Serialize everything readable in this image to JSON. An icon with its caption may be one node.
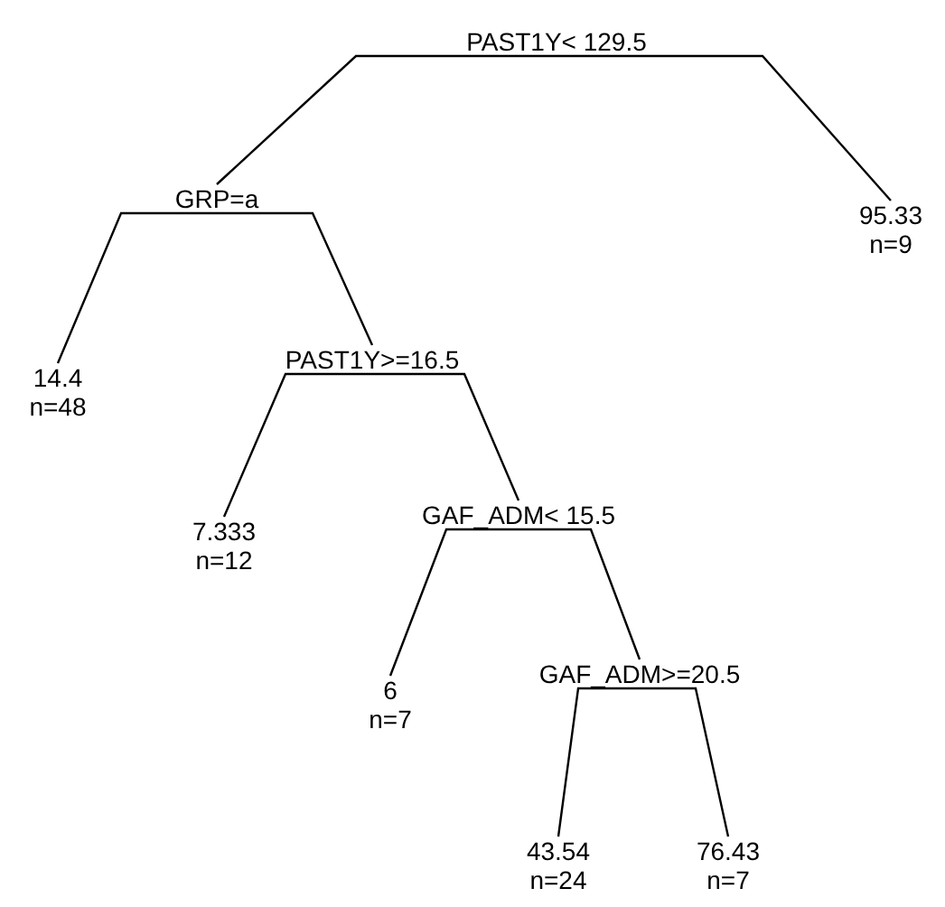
{
  "diagram": {
    "nodes": [
      {
        "text": [
          "PAST1Y< 129.5"
        ]
      },
      {
        "text": [
          "GRP=a"
        ]
      },
      {
        "text": [
          "95.33",
          "n=9"
        ]
      },
      {
        "text": [
          "14.4",
          "n=48"
        ]
      },
      {
        "text": [
          "PAST1Y>=16.5"
        ]
      },
      {
        "text": [
          "7.333",
          "n=12"
        ]
      },
      {
        "text": [
          "GAF_ADM< 15.5"
        ]
      },
      {
        "text": [
          "6",
          "n=7"
        ]
      },
      {
        "text": [
          "GAF_ADM>=20.5"
        ]
      },
      {
        "text": [
          "43.54",
          "n=24"
        ]
      },
      {
        "text": [
          "76.43",
          "n=7"
        ]
      }
    ],
    "edges": [
      {
        "from": 0,
        "to": 1,
        "arrow": "none"
      },
      {
        "from": 0,
        "to": 2,
        "arrow": "none"
      },
      {
        "from": 1,
        "to": 3,
        "arrow": "none"
      },
      {
        "from": 1,
        "to": 4,
        "arrow": "none"
      },
      {
        "from": 4,
        "to": 5,
        "arrow": "none"
      },
      {
        "from": 4,
        "to": 6,
        "arrow": "none"
      },
      {
        "from": 6,
        "to": 7,
        "arrow": "none"
      },
      {
        "from": 6,
        "to": 8,
        "arrow": "none"
      },
      {
        "from": 8,
        "to": 9,
        "arrow": "none"
      },
      {
        "from": 8,
        "to": 10,
        "arrow": "none"
      }
    ]
  }
}
